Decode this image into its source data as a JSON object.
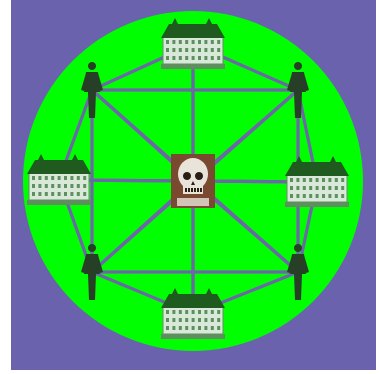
{
  "colors": {
    "page": "#ffffff",
    "background": "#6b62ad",
    "disc": "#00ff00",
    "edge": "#6d66a8",
    "building_roof": "#1f5a1f",
    "building_wall": "#d9e9d9",
    "building_shade": "#5f8f5f",
    "figure": "#273f27",
    "skull_frame": "#7a4a30",
    "skull_bone": "#e8e4da"
  },
  "diagram": {
    "center_node": {
      "id": "skull",
      "icon": "skull-icon"
    },
    "outer_nodes": [
      {
        "id": "b-top",
        "icon": "building-icon"
      },
      {
        "id": "p-top-right",
        "icon": "person-icon"
      },
      {
        "id": "b-right",
        "icon": "building-icon"
      },
      {
        "id": "p-bottom-right",
        "icon": "person-icon"
      },
      {
        "id": "b-bottom",
        "icon": "building-icon"
      },
      {
        "id": "p-bottom-left",
        "icon": "person-icon"
      },
      {
        "id": "b-left",
        "icon": "building-icon"
      },
      {
        "id": "p-top-left",
        "icon": "person-icon"
      }
    ],
    "edges": [
      [
        "p-top-left",
        "b-top"
      ],
      [
        "b-top",
        "p-top-right"
      ],
      [
        "p-top-right",
        "b-right"
      ],
      [
        "b-right",
        "p-bottom-right"
      ],
      [
        "p-bottom-right",
        "b-bottom"
      ],
      [
        "b-bottom",
        "p-bottom-left"
      ],
      [
        "p-bottom-left",
        "b-left"
      ],
      [
        "b-left",
        "p-top-left"
      ],
      [
        "p-top-left",
        "p-top-right"
      ],
      [
        "p-top-right",
        "p-bottom-right"
      ],
      [
        "p-bottom-right",
        "p-bottom-left"
      ],
      [
        "p-bottom-left",
        "p-top-left"
      ],
      [
        "b-left",
        "b-right"
      ],
      [
        "b-top",
        "b-bottom"
      ],
      [
        "p-top-left",
        "p-bottom-right"
      ],
      [
        "p-top-right",
        "p-bottom-left"
      ]
    ]
  }
}
